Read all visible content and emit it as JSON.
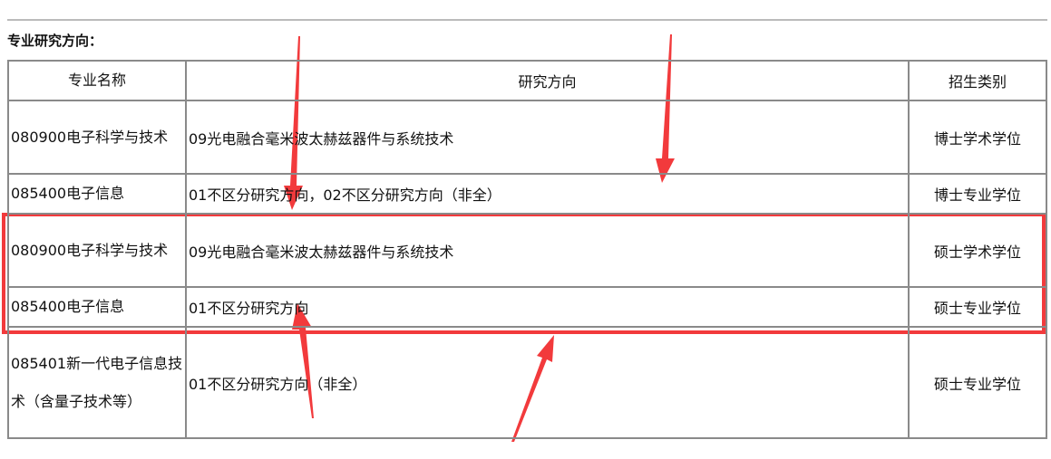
{
  "section_title": "专业研究方向：",
  "table": {
    "headers": [
      "专业名称",
      "研究方向",
      "招生类别"
    ],
    "rows": [
      [
        "080900电子科学与技术",
        "09光电融合毫米波太赫兹器件与系统技术",
        "博士学术学位"
      ],
      [
        "085400电子信息",
        "01不区分研究方向，02不区分研究方向（非全）",
        "博士专业学位"
      ],
      [
        "080900电子科学与技术",
        "09光电融合毫米波太赫兹器件与系统技术",
        "硕士学术学位"
      ],
      [
        "085400电子信息",
        "01不区分研究方向",
        "硕士专业学位"
      ],
      [
        "085401新一代电子信息技术（含量子技术等）",
        "01不区分研究方向（非全）",
        "硕士专业学位"
      ]
    ]
  },
  "annotation_color": "#f23a3c"
}
